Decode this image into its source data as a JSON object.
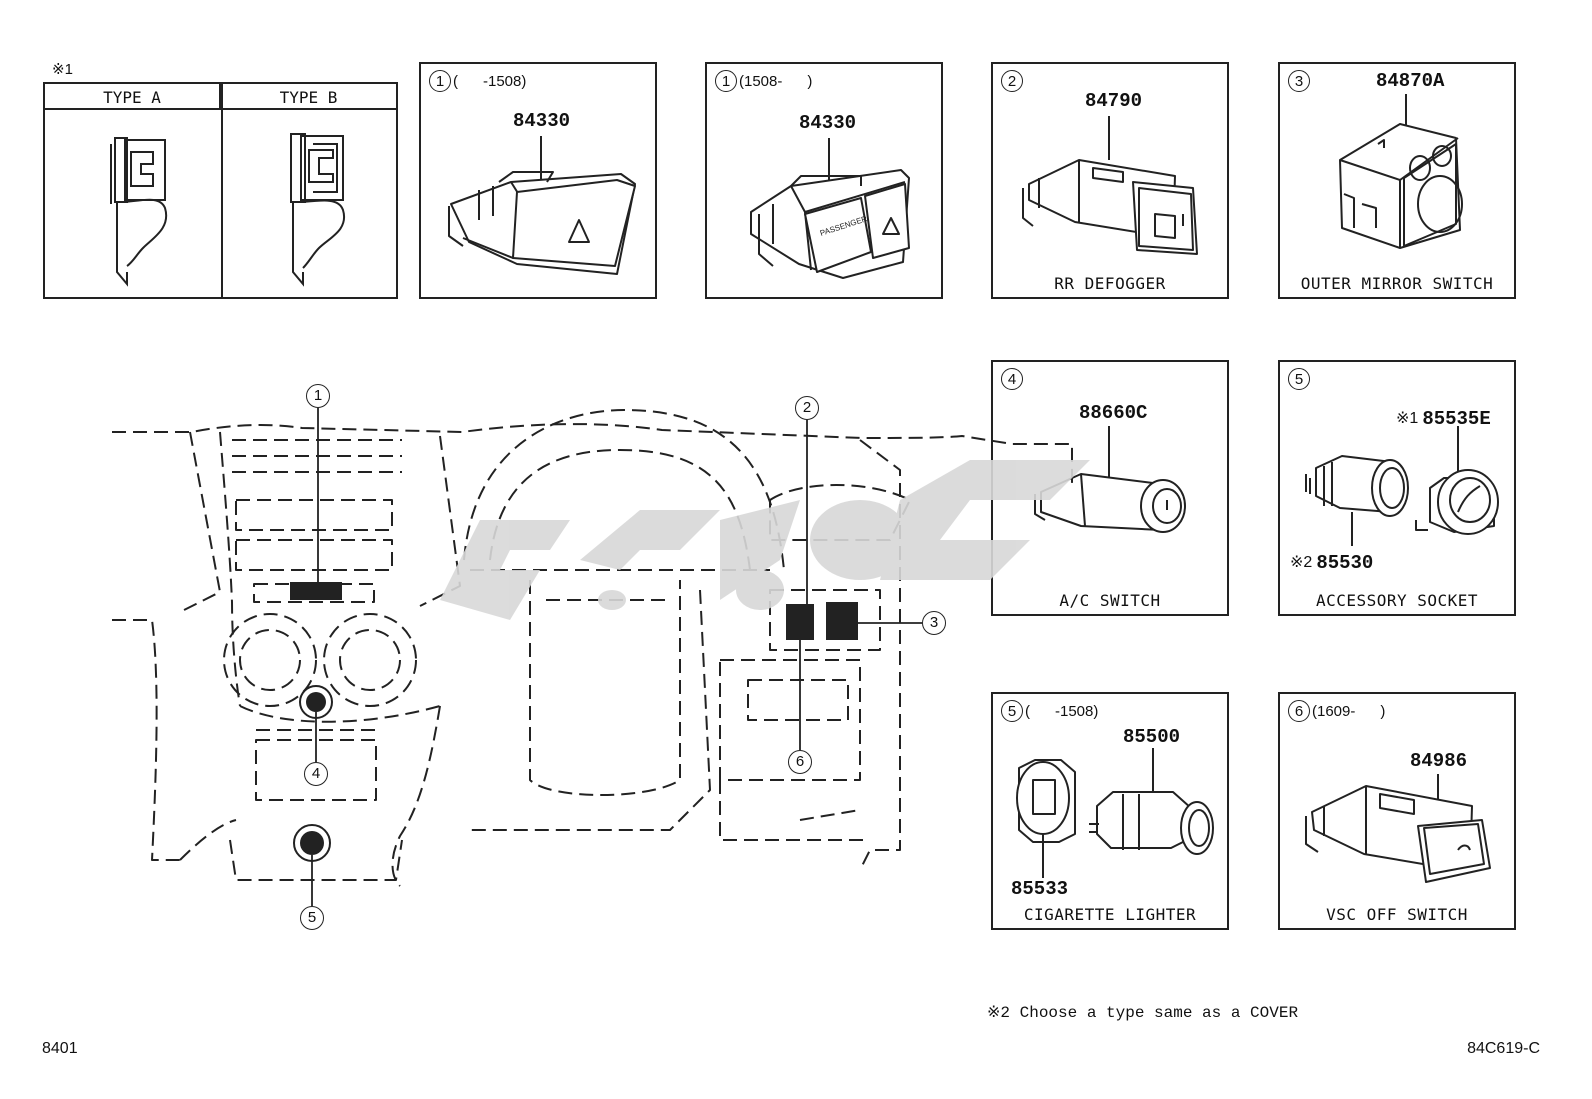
{
  "type_table": {
    "note_mark": "※1",
    "type_a": "TYPE A",
    "type_b": "TYPE B"
  },
  "panels": [
    {
      "num": "1",
      "range": "(      -1508)",
      "part": "84330",
      "caption": ""
    },
    {
      "num": "1",
      "range": "(1508-      )",
      "part": "84330",
      "caption": ""
    },
    {
      "num": "2",
      "range": "",
      "part": "84790",
      "caption": "RR DEFOGGER"
    },
    {
      "num": "3",
      "range": "",
      "part": "84870A",
      "caption": "OUTER MIRROR SWITCH"
    },
    {
      "num": "4",
      "range": "",
      "part": "88660C",
      "caption": "A/C SWITCH"
    },
    {
      "num": "5",
      "range": "",
      "part": "85535E",
      "part_mark": "※1",
      "part2": "85530",
      "part2_mark": "※2",
      "caption": "ACCESSORY SOCKET"
    },
    {
      "num": "5",
      "range": "(      -1508)",
      "part": "85500",
      "part2": "85533",
      "caption": "CIGARETTE LIGHTER"
    },
    {
      "num": "6",
      "range": "(1609-      )",
      "part": "84986",
      "caption": "VSC OFF SWITCH"
    }
  ],
  "callouts": [
    "1",
    "2",
    "3",
    "4",
    "5",
    "6"
  ],
  "watermark_text": "کوشا",
  "note2": "※2 Choose a type same as a COVER",
  "footer_left": "8401",
  "footer_right": "84C619-C"
}
